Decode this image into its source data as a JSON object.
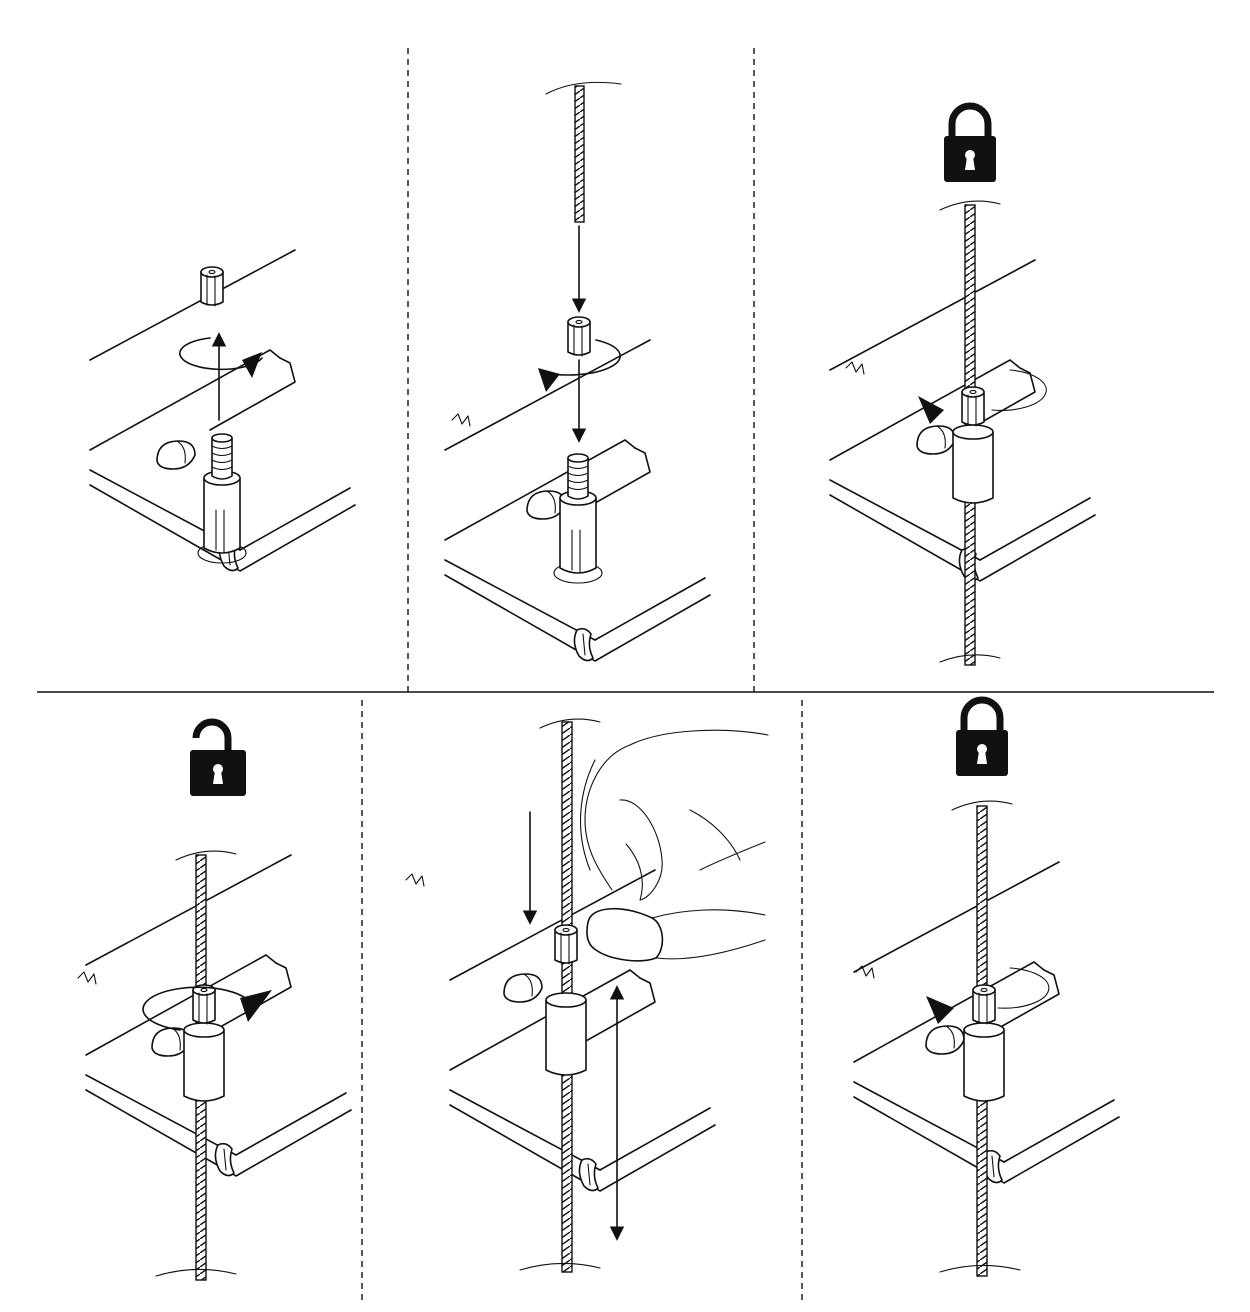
{
  "figure": {
    "panels": [
      {
        "id": "p1",
        "lock_icon": "",
        "action": "unscrew-cap"
      },
      {
        "id": "p2",
        "lock_icon": "",
        "action": "insert-cable-and-screw-cap"
      },
      {
        "id": "p3",
        "lock_icon": "padlock-closed-icon",
        "action": "locked"
      },
      {
        "id": "p4",
        "lock_icon": "padlock-open-icon",
        "action": "unlock"
      },
      {
        "id": "p5",
        "lock_icon": "",
        "action": "adjust-cable-height"
      },
      {
        "id": "p6",
        "lock_icon": "padlock-closed-icon",
        "action": "lock-again"
      }
    ],
    "colors": {
      "ink": "#111111",
      "paper": "#ffffff"
    }
  }
}
